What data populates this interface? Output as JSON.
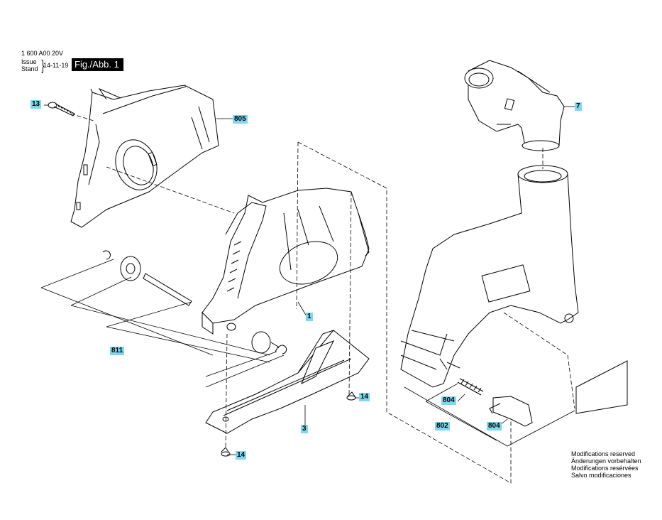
{
  "header": {
    "doc_number": "1 600 A00 20V",
    "issue_label": "Issue",
    "stand_label": "Stand",
    "issue_date": "14-11-19",
    "figure_label": "Fig./Abb. 1"
  },
  "callouts": {
    "c13": "13",
    "c805": "805",
    "c7": "7",
    "c1": "1",
    "c811": "811",
    "c14a": "14",
    "c3": "3",
    "c14b": "14",
    "c804a": "804",
    "c802": "802",
    "c804b": "804"
  },
  "footer": {
    "line1": "Modifications reserved",
    "line2": "Änderungen vorbehalten",
    "line3": "Modifications resérvées",
    "line4": "Salvo modificaciones"
  }
}
